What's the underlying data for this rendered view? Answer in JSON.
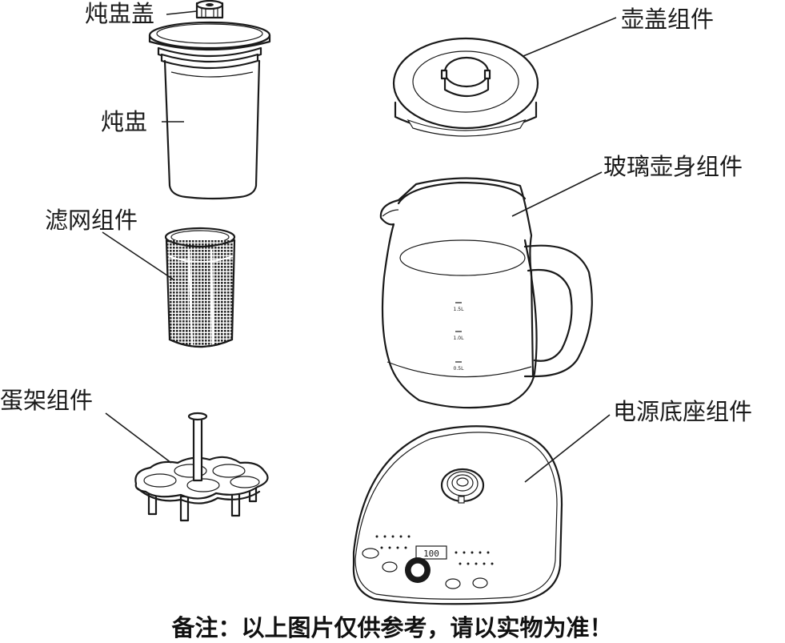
{
  "labels": {
    "stew_cup_lid": "炖盅盖",
    "stew_cup": "炖盅",
    "filter": "滤网组件",
    "egg_rack": "蛋架组件",
    "pot_lid": "壶盖组件",
    "glass_body": "玻璃壶身组件",
    "power_base": "电源底座组件"
  },
  "scale_marks": {
    "top": "1.5L",
    "mid": "1.0L",
    "low": "0.5L"
  },
  "display_digits": "100",
  "footnote": "备注：以上图片仅供参考，请以实物为准！"
}
